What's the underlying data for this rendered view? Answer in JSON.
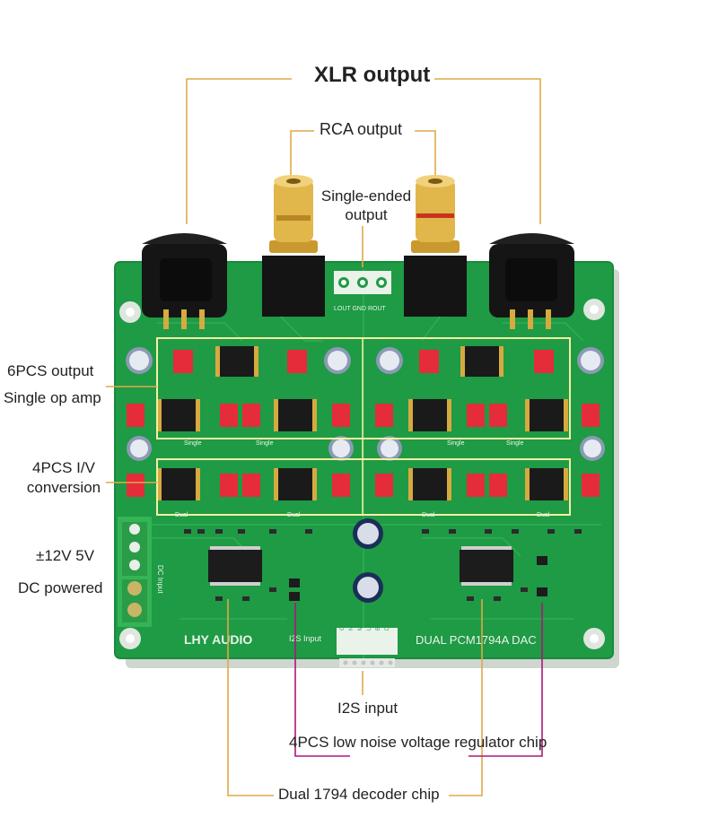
{
  "labels": {
    "xlr_output": "XLR output",
    "rca_output": "RCA output",
    "single_ended_1": "Single-ended",
    "single_ended_2": "output",
    "op_amp_1": "6PCS output",
    "op_amp_2": "Single op amp",
    "iv_1": "4PCS I/V",
    "iv_2": "conversion",
    "power_1": "±12V 5V",
    "power_2": "DC powered",
    "i2s_input": "I2S input",
    "regulator": "4PCS low noise voltage regulator chip",
    "decoder": "Dual 1794 decoder chip"
  },
  "board": {
    "brand": "LHY AUDIO",
    "model": "DUAL PCM1794A DAC",
    "i2s_silk": "I2S Input",
    "dc_silk": "DC Input",
    "header_silk": "LOUT GND ROUT",
    "single_silk": "Single",
    "dual_silk": "Dual",
    "pin_labels": [
      "GND",
      "NC",
      "MCLK",
      "LRCK",
      "BCLK",
      "DATA"
    ]
  },
  "colors": {
    "pcb": "#1f9a45",
    "callout_line": "#e0a94a",
    "regulator_line": "#b0157a",
    "highlight_box": "#f3f0a0"
  }
}
